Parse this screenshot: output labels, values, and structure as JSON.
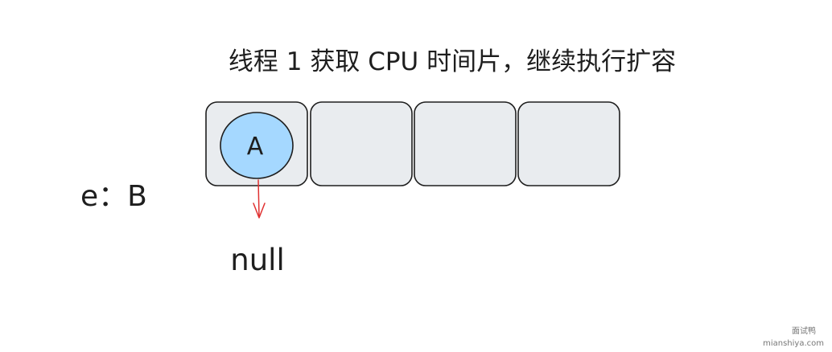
{
  "title": "线程 1 获取 CPU 时间片，继续执行扩容",
  "variable_label": "e：B",
  "node_label": "A",
  "null_label": "null",
  "buckets": [
    {
      "has_node": true
    },
    {
      "has_node": false
    },
    {
      "has_node": false
    },
    {
      "has_node": false
    }
  ],
  "colors": {
    "bucket_fill": "#e9ecef",
    "stroke": "#1e1e1e",
    "node_fill": "#a5d8ff",
    "arrow": "#e03131"
  },
  "watermark": {
    "line1": "面试鸭",
    "line2": "mianshiya.com"
  }
}
